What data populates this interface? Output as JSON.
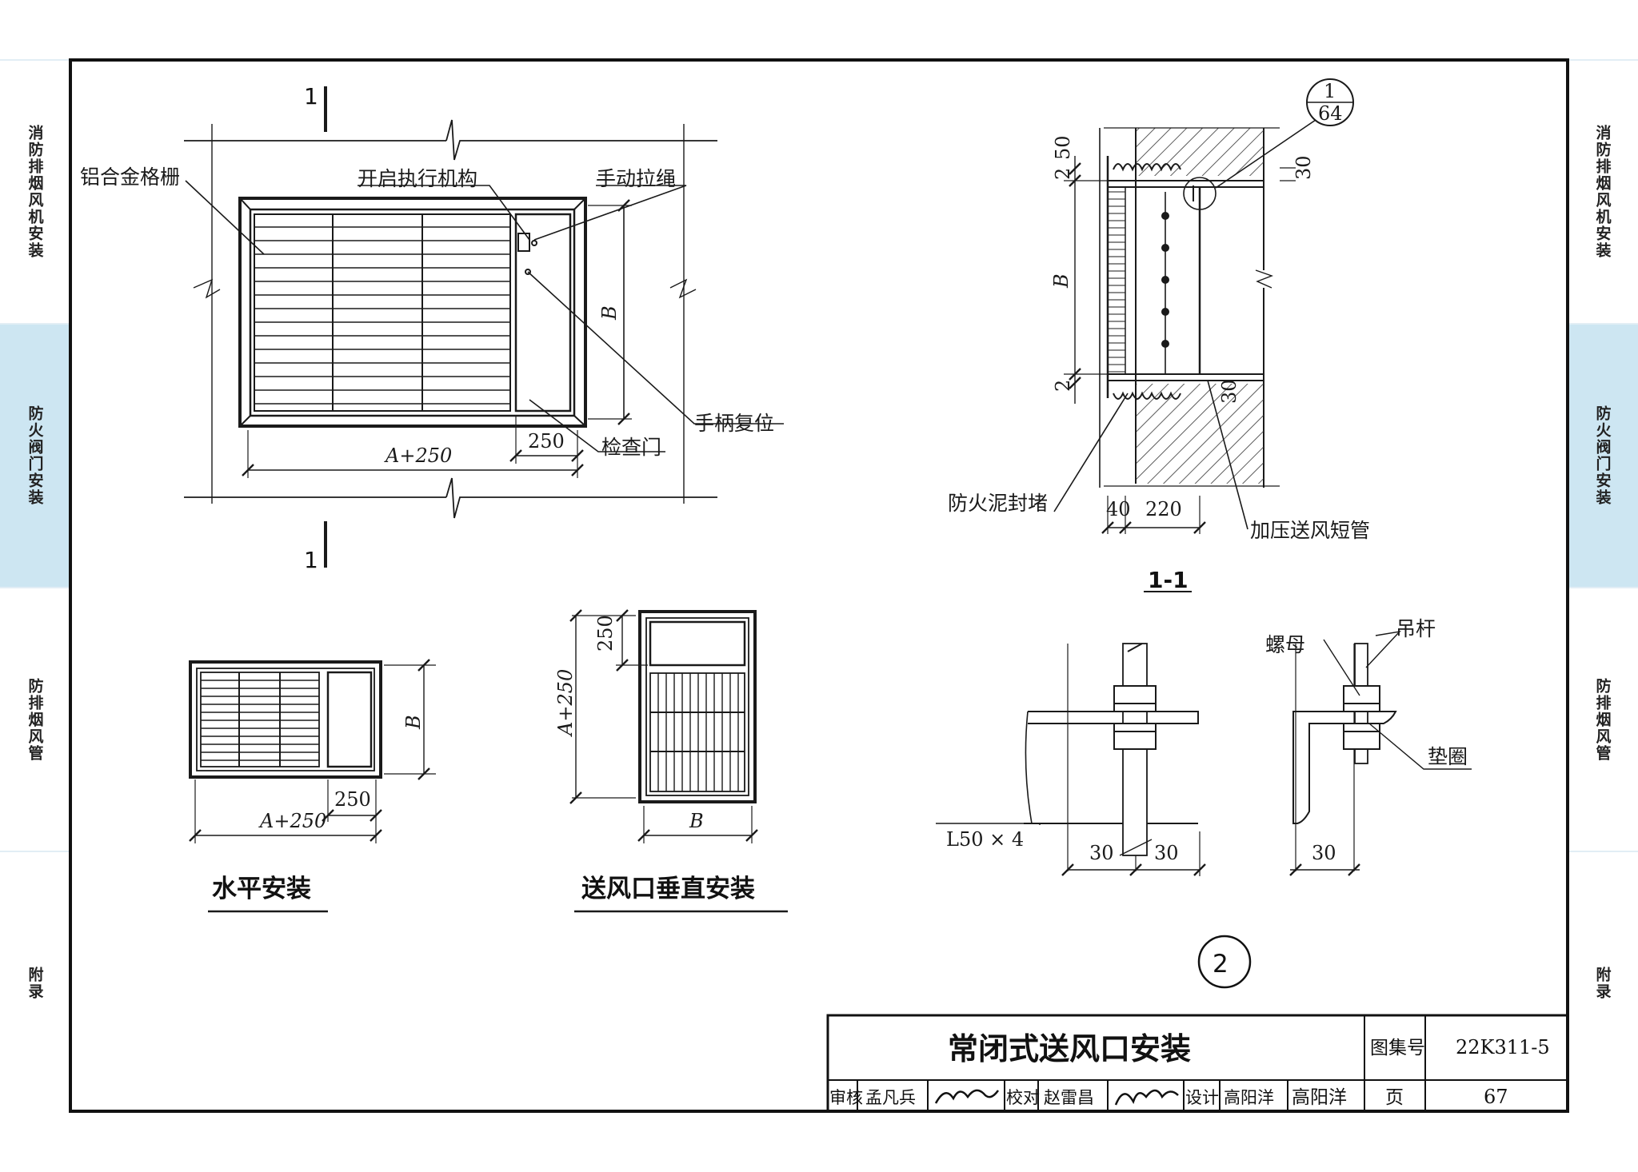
{
  "side_tabs": [
    {
      "label": "消防排烟风机安装",
      "active": false
    },
    {
      "label": "防火阀门安装",
      "active": true
    },
    {
      "label": "防排烟风管",
      "active": false
    },
    {
      "label": "附录",
      "active": false
    }
  ],
  "section_marks": {
    "top": "1",
    "bottom": "1"
  },
  "plan_view": {
    "grille_label": "铝合金格栅",
    "actuator_label": "开启执行机构",
    "pull_cord_label": "手动拉绳",
    "handle_reset_label": "手柄复位",
    "inspection_door_label": "检查门",
    "dim_width": "A+250",
    "dim_door": "250",
    "dim_height": "B"
  },
  "section_view": {
    "title": "1-1",
    "detail_ref_top": "1",
    "detail_ref_bottom": "64",
    "fire_mud_label": "防火泥封堵",
    "duct_label": "加压送风短管",
    "dim_top_a": "2",
    "dim_top_b": "50",
    "dim_30_top": "30",
    "dim_B": "B",
    "dim_2_bottom": "2",
    "dim_30_bottom": "30",
    "dim_40": "40",
    "dim_220": "220"
  },
  "horizontal_view": {
    "title": "水平安装",
    "dim_B": "B",
    "dim_250": "250",
    "dim_width": "A+250"
  },
  "vertical_view": {
    "title": "送风口垂直安装",
    "dim_250": "250",
    "dim_height": "A+250",
    "dim_B": "B"
  },
  "hanger_detail": {
    "angle_label": "L50 × 4",
    "nut_label": "螺母",
    "rod_label": "吊杆",
    "washer_label": "垫圈",
    "dim_a": "30",
    "dim_b": "30",
    "dim_c": "30"
  },
  "detail_number": "2",
  "title_block": {
    "title": "常闭式送风口安装",
    "atlas_label": "图集号",
    "atlas_no": "22K311-5",
    "page_label": "页",
    "page_no": "67",
    "review_label": "审核",
    "reviewer": "孟凡兵",
    "check_label": "校对",
    "checker": "赵雷昌",
    "design_label": "设计",
    "designer": "高阳洋"
  }
}
